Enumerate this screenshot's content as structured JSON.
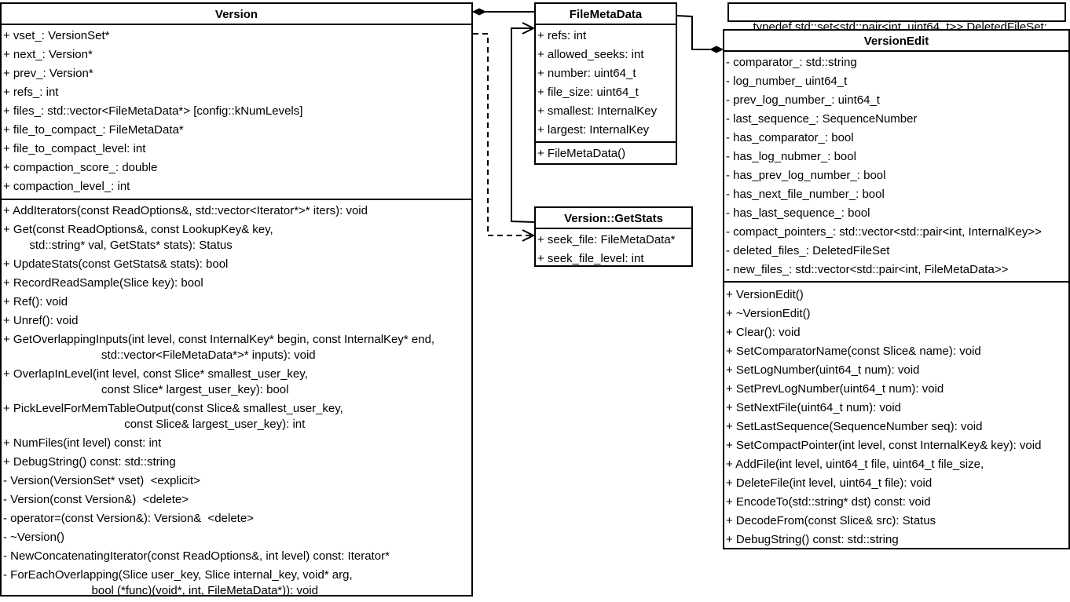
{
  "version": {
    "title": "Version",
    "attributes": [
      "+ vset_: VersionSet*",
      "+ next_: Version*",
      "+ prev_: Version*",
      "+ refs_: int",
      "+ files_: std::vector<FileMetaData*> [config::kNumLevels]",
      "+ file_to_compact_: FileMetaData*",
      "+ file_to_compact_level: int",
      "+ compaction_score_: double",
      "+ compaction_level_: int"
    ],
    "methods": [
      [
        "+ AddIterators(const ReadOptions&, std::vector<Iterator*>* iters): void"
      ],
      [
        "+ Get(const ReadOptions&, const LookupKey& key,",
        "        std::string* val, GetStats* stats): Status"
      ],
      [
        "+ UpdateStats(const GetStats& stats): bool"
      ],
      [
        "+ RecordReadSample(Slice key): bool"
      ],
      [
        "+ Ref(): void"
      ],
      [
        "+ Unref(): void"
      ],
      [
        "+ GetOverlappingInputs(int level, const InternalKey* begin, const InternalKey* end,",
        "                              std::vector<FileMetaData*>* inputs): void"
      ],
      [
        "+ OverlapInLevel(int level, const Slice* smallest_user_key,",
        "                              const Slice* largest_user_key): bool"
      ],
      [
        "+ PickLevelForMemTableOutput(const Slice& smallest_user_key,",
        "                                     const Slice& largest_user_key): int"
      ],
      [
        "+ NumFiles(int level) const: int"
      ],
      [
        "+ DebugString() const: std::string"
      ],
      [
        "- Version(VersionSet* vset)  <explicit>"
      ],
      [
        "- Version(const Version&)  <delete>"
      ],
      [
        "- operator=(const Version&): Version&  <delete>"
      ],
      [
        "- ~Version()"
      ],
      [
        "- NewConcatenatingIterator(const ReadOptions&, int level) const: Iterator*"
      ],
      [
        "- ForEachOverlapping(Slice user_key, Slice internal_key, void* arg,",
        "                           bool (*func)(void*, int, FileMetaData*)): void"
      ]
    ]
  },
  "file_meta_data": {
    "title": "FileMetaData",
    "attributes": [
      "+ refs: int",
      "+ allowed_seeks: int",
      "+ number: uint64_t",
      "+ file_size: uint64_t",
      "+ smallest: InternalKey",
      "+ largest: InternalKey"
    ],
    "methods": [
      [
        "+ FileMetaData()"
      ]
    ]
  },
  "get_stats": {
    "title": "Version::GetStats",
    "attributes": [
      "+ seek_file: FileMetaData*",
      "+ seek_file_level: int"
    ]
  },
  "typedef_note": {
    "text": "typedef std::set<std::pair<int, uint64_t>> DeletedFileSet;"
  },
  "version_edit": {
    "title": "VersionEdit",
    "attributes": [
      "- comparator_: std::string",
      "- log_number_ uint64_t",
      "- prev_log_number_: uint64_t",
      "- last_sequence_: SequenceNumber",
      "- has_comparator_: bool",
      "- has_log_nubmer_: bool",
      "- has_prev_log_number_: bool",
      "- has_next_file_number_: bool",
      "- has_last_sequence_: bool",
      "- compact_pointers_: std::vector<std::pair<int, InternalKey>>",
      "- deleted_files_: DeletedFileSet",
      "- new_files_: std::vector<std::pair<int, FileMetaData>>"
    ],
    "methods": [
      [
        "+ VersionEdit()"
      ],
      [
        "+ ~VersionEdit()"
      ],
      [
        "+ Clear(): void"
      ],
      [
        "+ SetComparatorName(const Slice& name): void"
      ],
      [
        "+ SetLogNumber(uint64_t num): void"
      ],
      [
        "+ SetPrevLogNumber(uint64_t num): void"
      ],
      [
        "+ SetNextFile(uint64_t num): void"
      ],
      [
        "+ SetLastSequence(SequenceNumber seq): void"
      ],
      [
        "+ SetCompactPointer(int level, const InternalKey& key): void"
      ],
      [
        "+ AddFile(int level, uint64_t file, uint64_t file_size,"
      ],
      [
        "+ DeleteFile(int level, uint64_t file): void"
      ],
      [
        "+ EncodeTo(std::string* dst) const: void"
      ],
      [
        "+ DecodeFrom(const Slice& src): Status"
      ],
      [
        "+ DebugString() const: std::string"
      ]
    ]
  }
}
